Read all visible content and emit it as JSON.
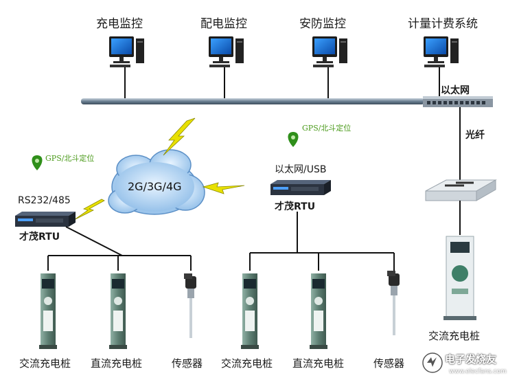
{
  "top_labels": {
    "charging_monitor": "充电监控",
    "distribution_monitor": "配电监控",
    "security_monitor": "安防监控",
    "billing_system": "计量计费系统"
  },
  "network": {
    "ethernet": "以太网",
    "fiber": "光纤",
    "cellular": "2G/3G/4G"
  },
  "rtu_left": {
    "interface": "RS232/485",
    "name": "才茂RTU",
    "gps": "GPS/北斗定位"
  },
  "rtu_right": {
    "interface": "以太网/USB",
    "name": "才茂RTU",
    "gps": "GPS/北斗定位"
  },
  "bottom_labels": {
    "left_ac": "交流充电桩",
    "left_dc": "直流充电桩",
    "left_sensor": "传感器",
    "mid_ac": "交流充电桩",
    "mid_dc": "直流充电桩",
    "mid_sensor": "传感器",
    "right_ac": "交流充电桩"
  },
  "watermark": {
    "brand": "电子发烧友",
    "url": "www.elecfans.com"
  },
  "colors": {
    "bus": "#6a7f92",
    "lines": "#111111",
    "cloud": "#9fc8ee",
    "lightning": "#e8e000",
    "gps_pin": "#2f8f1a",
    "charger_body": "#5e7f73"
  }
}
